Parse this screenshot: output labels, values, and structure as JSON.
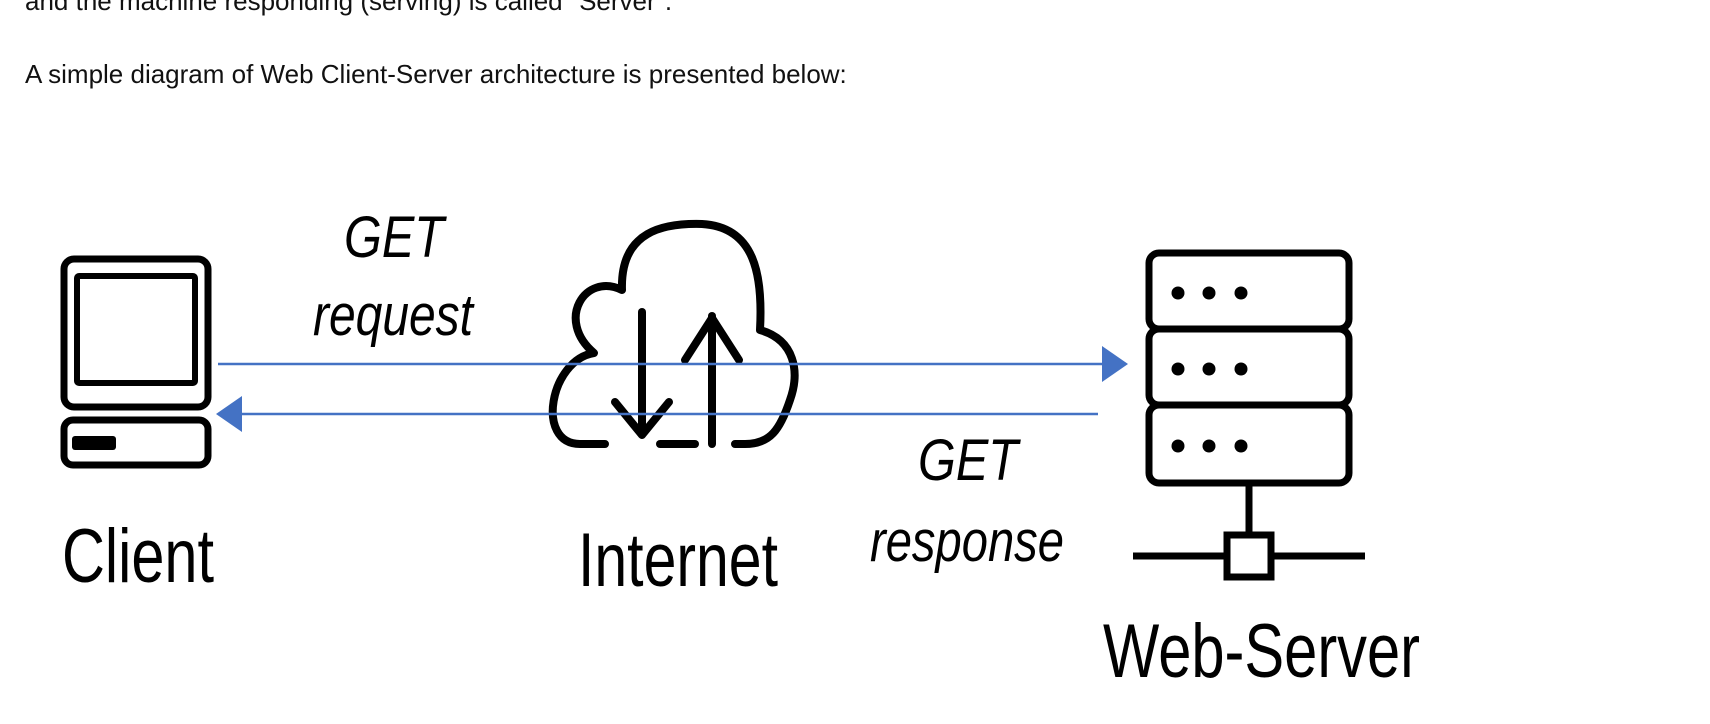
{
  "document": {
    "cut_line": "and the machine responding (serving) is called \"Server\".",
    "intro": "A simple diagram of Web Client-Server architecture is presented below:"
  },
  "diagram": {
    "labels": {
      "client": "Client",
      "internet": "Internet",
      "server": "Web-Server",
      "request_line1": "GET",
      "request_line2": "request",
      "response_line1": "GET",
      "response_line2": "response"
    },
    "icons": {
      "client": "desktop-computer-icon",
      "internet": "cloud-transfer-icon",
      "server": "server-rack-icon"
    },
    "colors": {
      "arrow": "#4472C4",
      "icon": "#000000"
    }
  }
}
